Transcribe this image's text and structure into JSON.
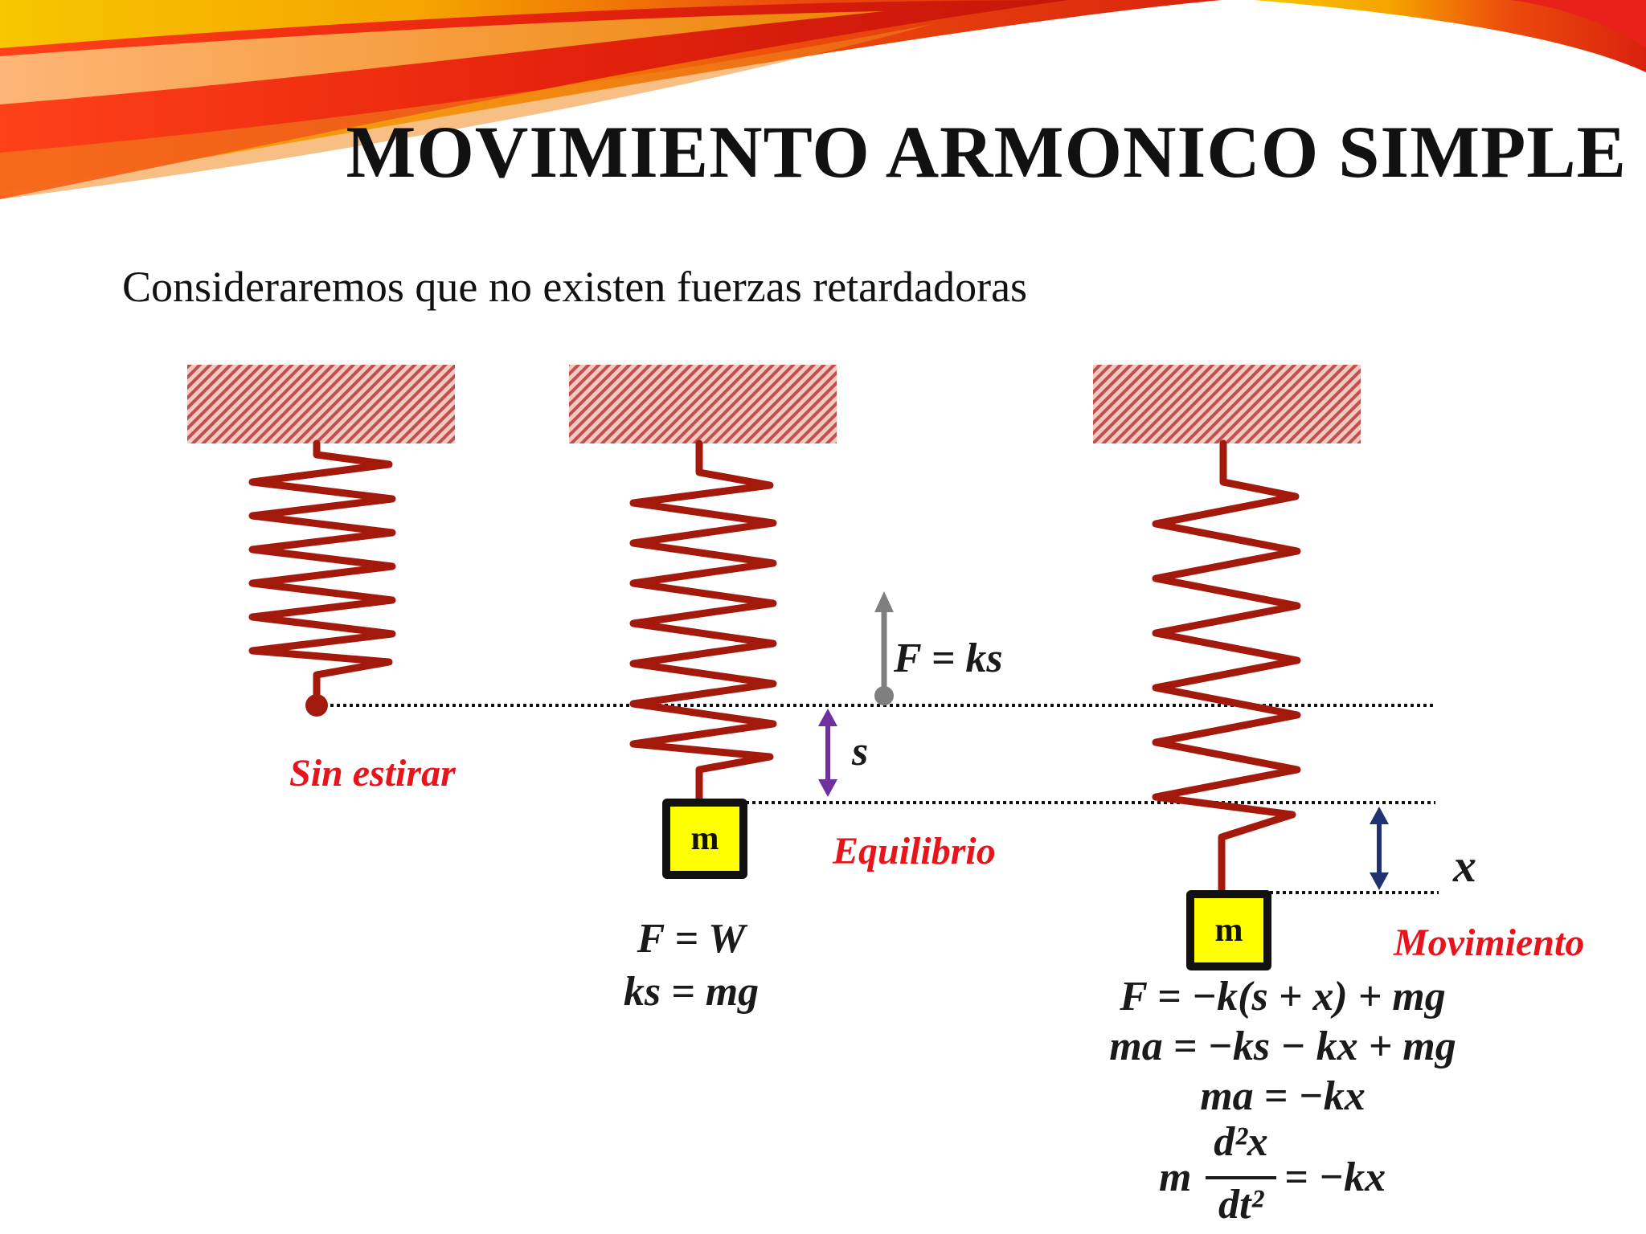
{
  "slide": {
    "title": "MOVIMIENTO ARMONICO SIMPLE",
    "subtitle": "Consideraremos que no existen fuerzas retardadoras"
  },
  "diagram": {
    "state_labels": {
      "unstretched": "Sin estirar",
      "equilibrium": "Equilibrio",
      "motion": "Movimiento"
    },
    "mass_label": "m",
    "force_label": "F = ks",
    "displacement_s": "s",
    "displacement_x": "x",
    "colors": {
      "spring": "#a31a0c",
      "support": "#c0504d",
      "mass_fill": "#ffff00",
      "label_red": "#e8141c",
      "arrow_force": "#7f7f7f",
      "arrow_s": "#7030a0",
      "arrow_x": "#1f3170"
    }
  },
  "equations": {
    "equilibrium": [
      "F = W",
      "ks = mg"
    ],
    "motion": [
      "F = −k(s + x) + mg",
      "ma = −ks − kx + mg",
      "ma = −kx"
    ],
    "ode": {
      "coef": "m",
      "numerator": "d²x",
      "denominator": "dt²",
      "rhs": "= −kx"
    }
  }
}
